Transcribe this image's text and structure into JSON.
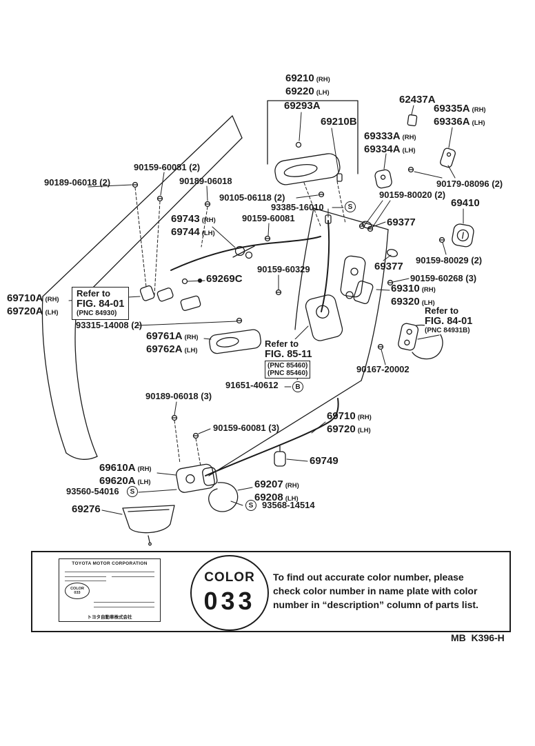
{
  "colors": {
    "ink": "#1a1a1a",
    "bg": "#ffffff"
  },
  "glyphs": {
    "s": "S",
    "b": "B"
  },
  "labels": {
    "l69210": {
      "num": "69210",
      "suffix": "(RH)"
    },
    "l69220": {
      "num": "69220",
      "suffix": "(LH)"
    },
    "l69293a": {
      "num": "69293A"
    },
    "l62437a": {
      "num": "62437A"
    },
    "l69335a": {
      "num": "69335A",
      "suffix": "(RH)"
    },
    "l69336a": {
      "num": "69336A",
      "suffix": "(LH)"
    },
    "l69210b": {
      "num": "69210B"
    },
    "l69333a": {
      "num": "69333A",
      "suffix": "(RH)"
    },
    "l69334a": {
      "num": "69334A",
      "suffix": "(LH)"
    },
    "l90159_60081_2": {
      "num": "90159-60081 (2)"
    },
    "l90189_06018_2": {
      "num": "90189-06018 (2)"
    },
    "l90189_06018": {
      "num": "90189-06018"
    },
    "l90179_08096_2": {
      "num": "90179-08096 (2)"
    },
    "l90105_06118_2": {
      "num": "90105-06118 (2)"
    },
    "l90159_80020_2": {
      "num": "90159-80020 (2)"
    },
    "l93385_16010": {
      "num": "93385-16010"
    },
    "l69410": {
      "num": "69410"
    },
    "l69743": {
      "num": "69743",
      "suffix": "(RH)"
    },
    "l69744": {
      "num": "69744",
      "suffix": "(LH)"
    },
    "l90159_60081": {
      "num": "90159-60081"
    },
    "l69377_upper": {
      "num": "69377"
    },
    "l90159_60329": {
      "num": "90159-60329"
    },
    "l69377_lower": {
      "num": "69377"
    },
    "l90159_80029_2": {
      "num": "90159-80029 (2)"
    },
    "l69269c": {
      "num": "69269C"
    },
    "l90159_60268_3": {
      "num": "90159-60268 (3)"
    },
    "l69310": {
      "num": "69310",
      "suffix": "(RH)"
    },
    "l69320": {
      "num": "69320",
      "suffix": "(LH)"
    },
    "l69710a": {
      "num": "69710A",
      "suffix": "(RH)"
    },
    "l69720a": {
      "num": "69720A",
      "suffix": "(LH)"
    },
    "l93315_14008_2": {
      "num": "93315-14008 (2)"
    },
    "l69761a": {
      "num": "69761A",
      "suffix": "(RH)"
    },
    "l69762a": {
      "num": "69762A",
      "suffix": "(LH)"
    },
    "l90167_20002": {
      "num": "90167-20002"
    },
    "l91651_40612": {
      "num": "91651-40612"
    },
    "l90189_06018_3": {
      "num": "90189-06018 (3)"
    },
    "l69710": {
      "num": "69710",
      "suffix": "(RH)"
    },
    "l69720": {
      "num": "69720",
      "suffix": "(LH)"
    },
    "l90159_60081_3": {
      "num": "90159-60081 (3)"
    },
    "l69749": {
      "num": "69749"
    },
    "l69610a": {
      "num": "69610A",
      "suffix": "(RH)"
    },
    "l69620a": {
      "num": "69620A",
      "suffix": "(LH)"
    },
    "l93560_54016": {
      "num": "93560-54016"
    },
    "l69207": {
      "num": "69207",
      "suffix": "(RH)"
    },
    "l69208": {
      "num": "69208",
      "suffix": "(LH)"
    },
    "l93568_14514": {
      "num": "93568-14514"
    },
    "l69276": {
      "num": "69276"
    }
  },
  "refer": {
    "left8401": {
      "l1": "Refer to",
      "l2": "FIG. 84-01",
      "l3": "(PNC 84930)"
    },
    "right8401": {
      "l1": "Refer to",
      "l2": "FIG. 84-01",
      "l3": "(PNC 84931B)"
    },
    "fig8511": {
      "l1": "Refer to",
      "l2": "FIG. 85-11",
      "l3": "(PNC 85460)",
      "l4": "(PNC 85460)"
    }
  },
  "color_panel": {
    "circle_word": "COLOR",
    "circle_number": "033",
    "note_line1": "To find out accurate color number, please",
    "note_line2": "check color number in name plate with color",
    "note_line3": "number in “description” column of parts list.",
    "plate": {
      "title": "TOYOTA MOTOR CORPORATION",
      "color_word": "COLOR",
      "color_num": "033",
      "bottom": "トヨタ自動車株式会社"
    }
  },
  "footer": {
    "code": "MB  K396-H"
  }
}
